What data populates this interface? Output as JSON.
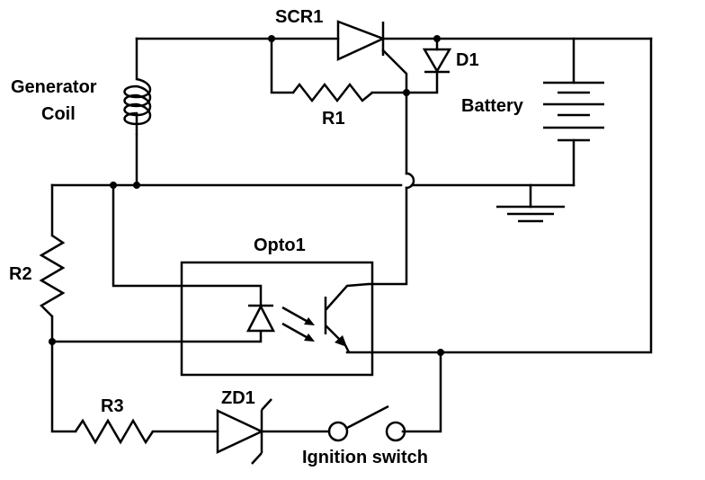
{
  "labels": {
    "scr1": "SCR1",
    "d1": "D1",
    "generator_line1": "Generator",
    "generator_line2": "Coil",
    "battery": "Battery",
    "r1": "R1",
    "r2": "R2",
    "opto1": "Opto1",
    "r3": "R3",
    "zd1": "ZD1",
    "ignition_switch": "Ignition switch"
  },
  "colors": {
    "line": "#000000",
    "background": "#ffffff"
  }
}
